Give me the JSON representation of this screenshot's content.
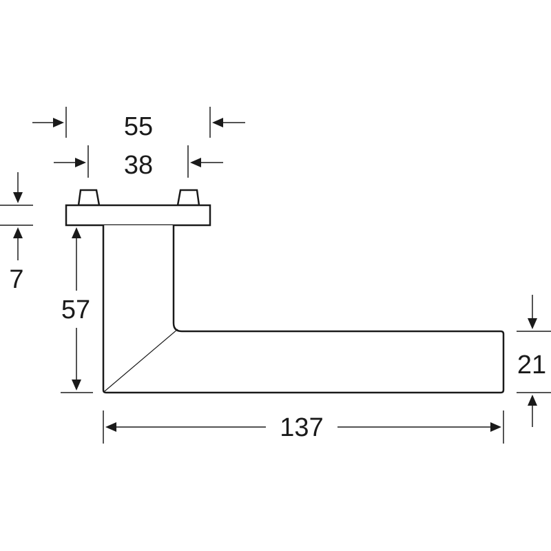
{
  "dimensions": {
    "rose_outer_width": "55",
    "spindle_spacing": "38",
    "rose_thickness": "7",
    "lever_drop": "57",
    "lever_height": "21",
    "lever_length": "137"
  },
  "colors": {
    "line": "#1a1a1a",
    "background": "#ffffff"
  }
}
